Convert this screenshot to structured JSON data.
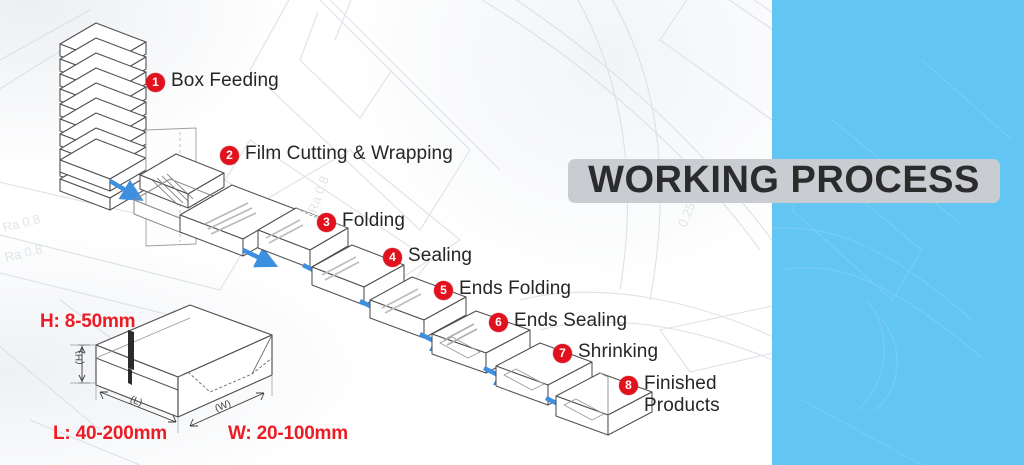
{
  "banner": {
    "title": "WORKING PROCESS",
    "bg_color": "#c9ccd0",
    "text_color": "#2b2b2b"
  },
  "panel": {
    "accent_color": "#63c5f2"
  },
  "theme": {
    "badge_color": "#e1121d",
    "dimension_text_color": "#ec1c24",
    "arrow_color": "#3d8fe0",
    "line_color": "#4a4a4a",
    "step_text_color": "#262626"
  },
  "steps": [
    {
      "number": "1",
      "label": "Box Feeding"
    },
    {
      "number": "2",
      "label": "Film Cutting & Wrapping"
    },
    {
      "number": "3",
      "label": "Folding"
    },
    {
      "number": "4",
      "label": "Sealing"
    },
    {
      "number": "5",
      "label": "Ends Folding"
    },
    {
      "number": "6",
      "label": "Ends Sealing"
    },
    {
      "number": "7",
      "label": "Shrinking"
    },
    {
      "number": "8",
      "label": "Finished Products"
    }
  ],
  "dimensions": {
    "height": "H: 8-50mm",
    "length": "L: 40-200mm",
    "width": "W: 20-100mm",
    "callout_h": "(H)",
    "callout_l": "(L)",
    "callout_w": "(W)"
  },
  "watermark": {
    "note_1": "Ra 0.8",
    "note_2": "Ra 0.8"
  }
}
